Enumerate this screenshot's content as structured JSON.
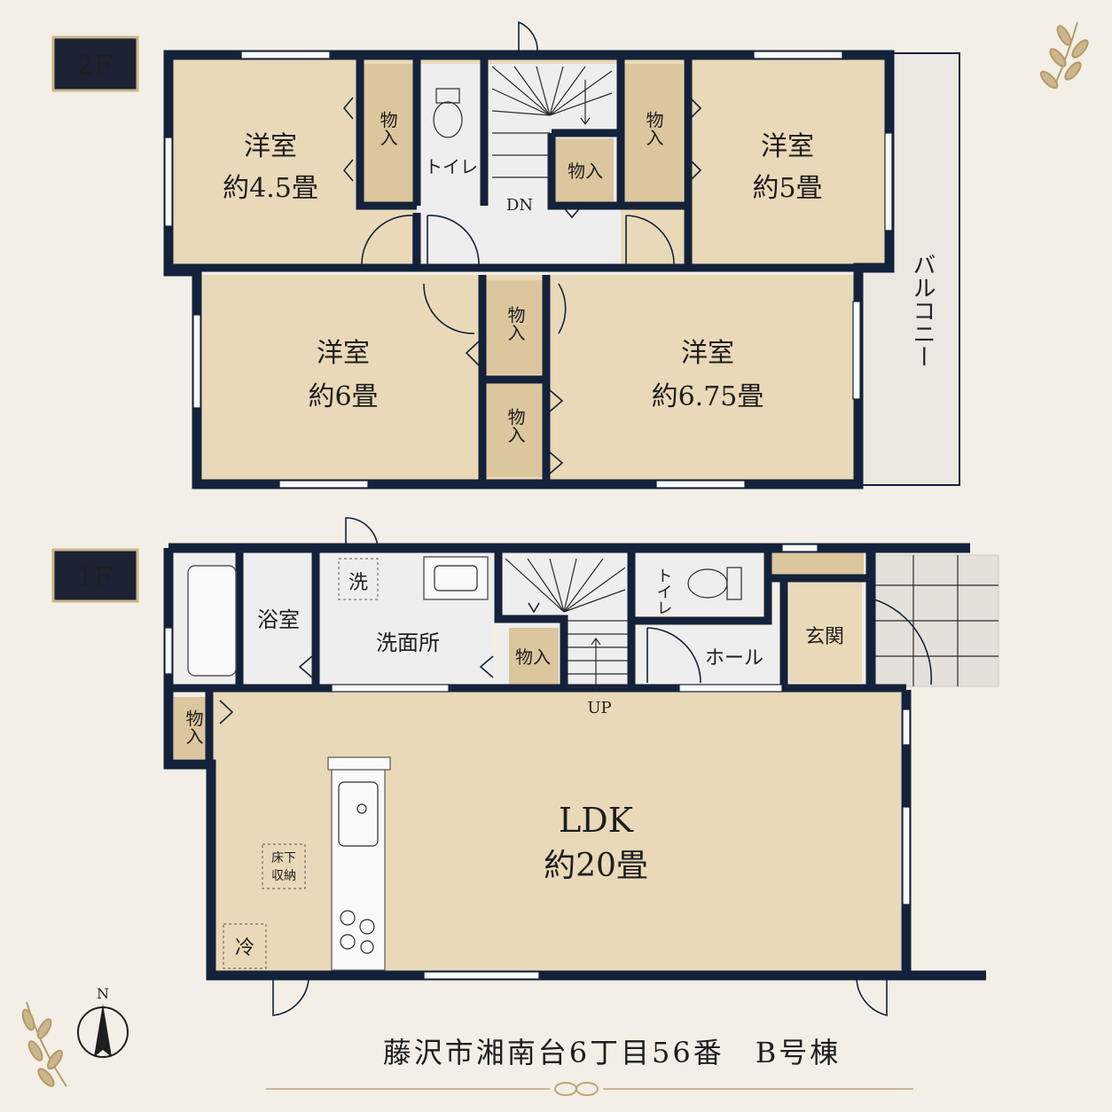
{
  "floors": {
    "second": {
      "label": "2F"
    },
    "first": {
      "label": "1F"
    }
  },
  "rooms_2f": {
    "western_a": {
      "name": "洋室",
      "size": "約4.5畳"
    },
    "western_b": {
      "name": "洋室",
      "size": "約5畳"
    },
    "western_c": {
      "name": "洋室",
      "size": "約6畳"
    },
    "western_d": {
      "name": "洋室",
      "size": "約6.75畳"
    },
    "toilet": "トイレ",
    "storage": "物入",
    "stair_dir": "DN",
    "balcony": "バルコニー"
  },
  "rooms_1f": {
    "bath": "浴室",
    "washroom": "洗面所",
    "washer": "洗",
    "storage": "物入",
    "toilet": "トイレ",
    "hall": "ホール",
    "entrance": "玄関",
    "ldk_name": "LDK",
    "ldk_size": "約20畳",
    "underfloor_1": "床下",
    "underfloor_2": "収納",
    "fridge": "冷",
    "stair_dir": "UP"
  },
  "compass": {
    "north": "N"
  },
  "address": "藤沢市湘南台6丁目56番　B号棟",
  "colors": {
    "background": "#f3efe6",
    "wall": "#13223a",
    "room_floor": "#ead9b8",
    "badge": "#1b2233",
    "badge_text": "#e9dcc2"
  }
}
